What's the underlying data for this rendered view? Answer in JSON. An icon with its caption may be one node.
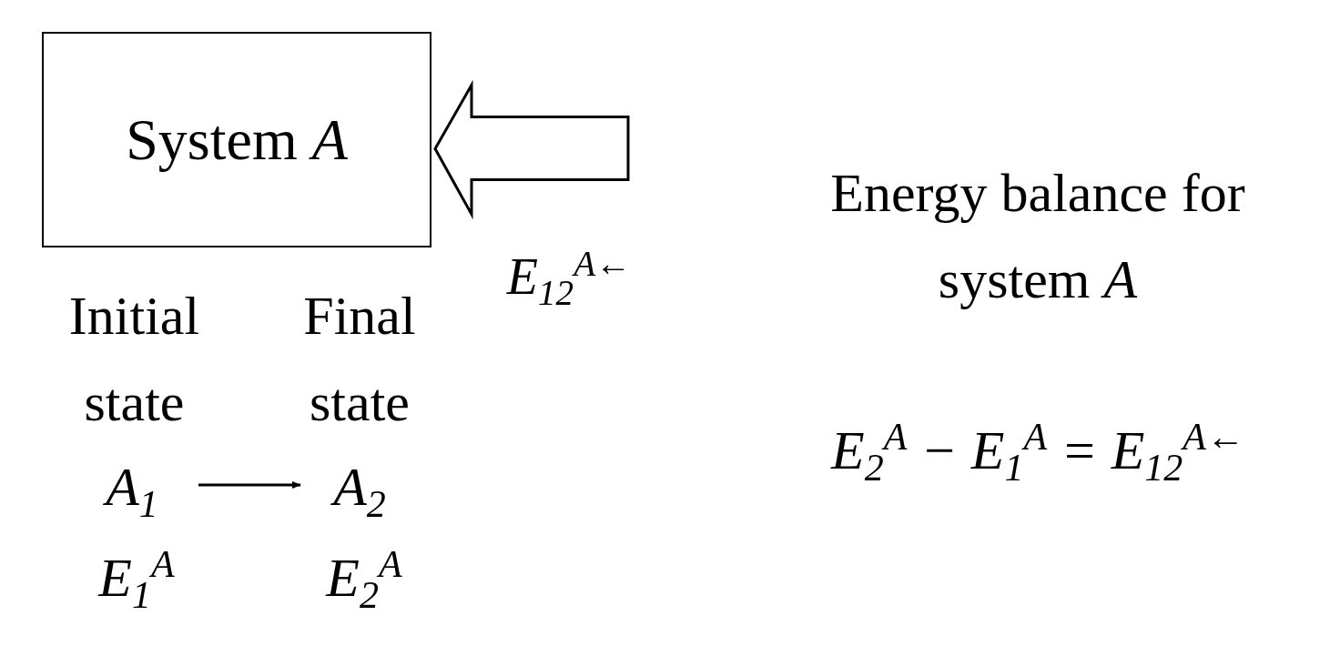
{
  "diagram": {
    "nodes": [
      {
        "text": [
          "System *A*"
        ]
      },
      {
        "text": [
          "A$_{1}$"
        ],
        "beside": [
          "Initial state",
          "E$_{1}$$^{A}$"
        ]
      },
      {
        "text": [
          "A$_{2}$"
        ],
        "beside": [
          "Final state",
          "E$_{2}$$^{A}$"
        ]
      }
    ],
    "edges": [
      {
        "from": null,
        "to": 0,
        "arrow": "to",
        "label": "E$_{12}$$^{A←}$",
        "style": "thick"
      },
      {
        "from": 1,
        "to": 2,
        "arrow": "to"
      }
    ],
    "labels": [
      "Energy balance for system *A*",
      "E$_{2}$$^{A}$ − E$_{1}$$^{A}$ = E$_{12}$$^{A←}$"
    ]
  }
}
